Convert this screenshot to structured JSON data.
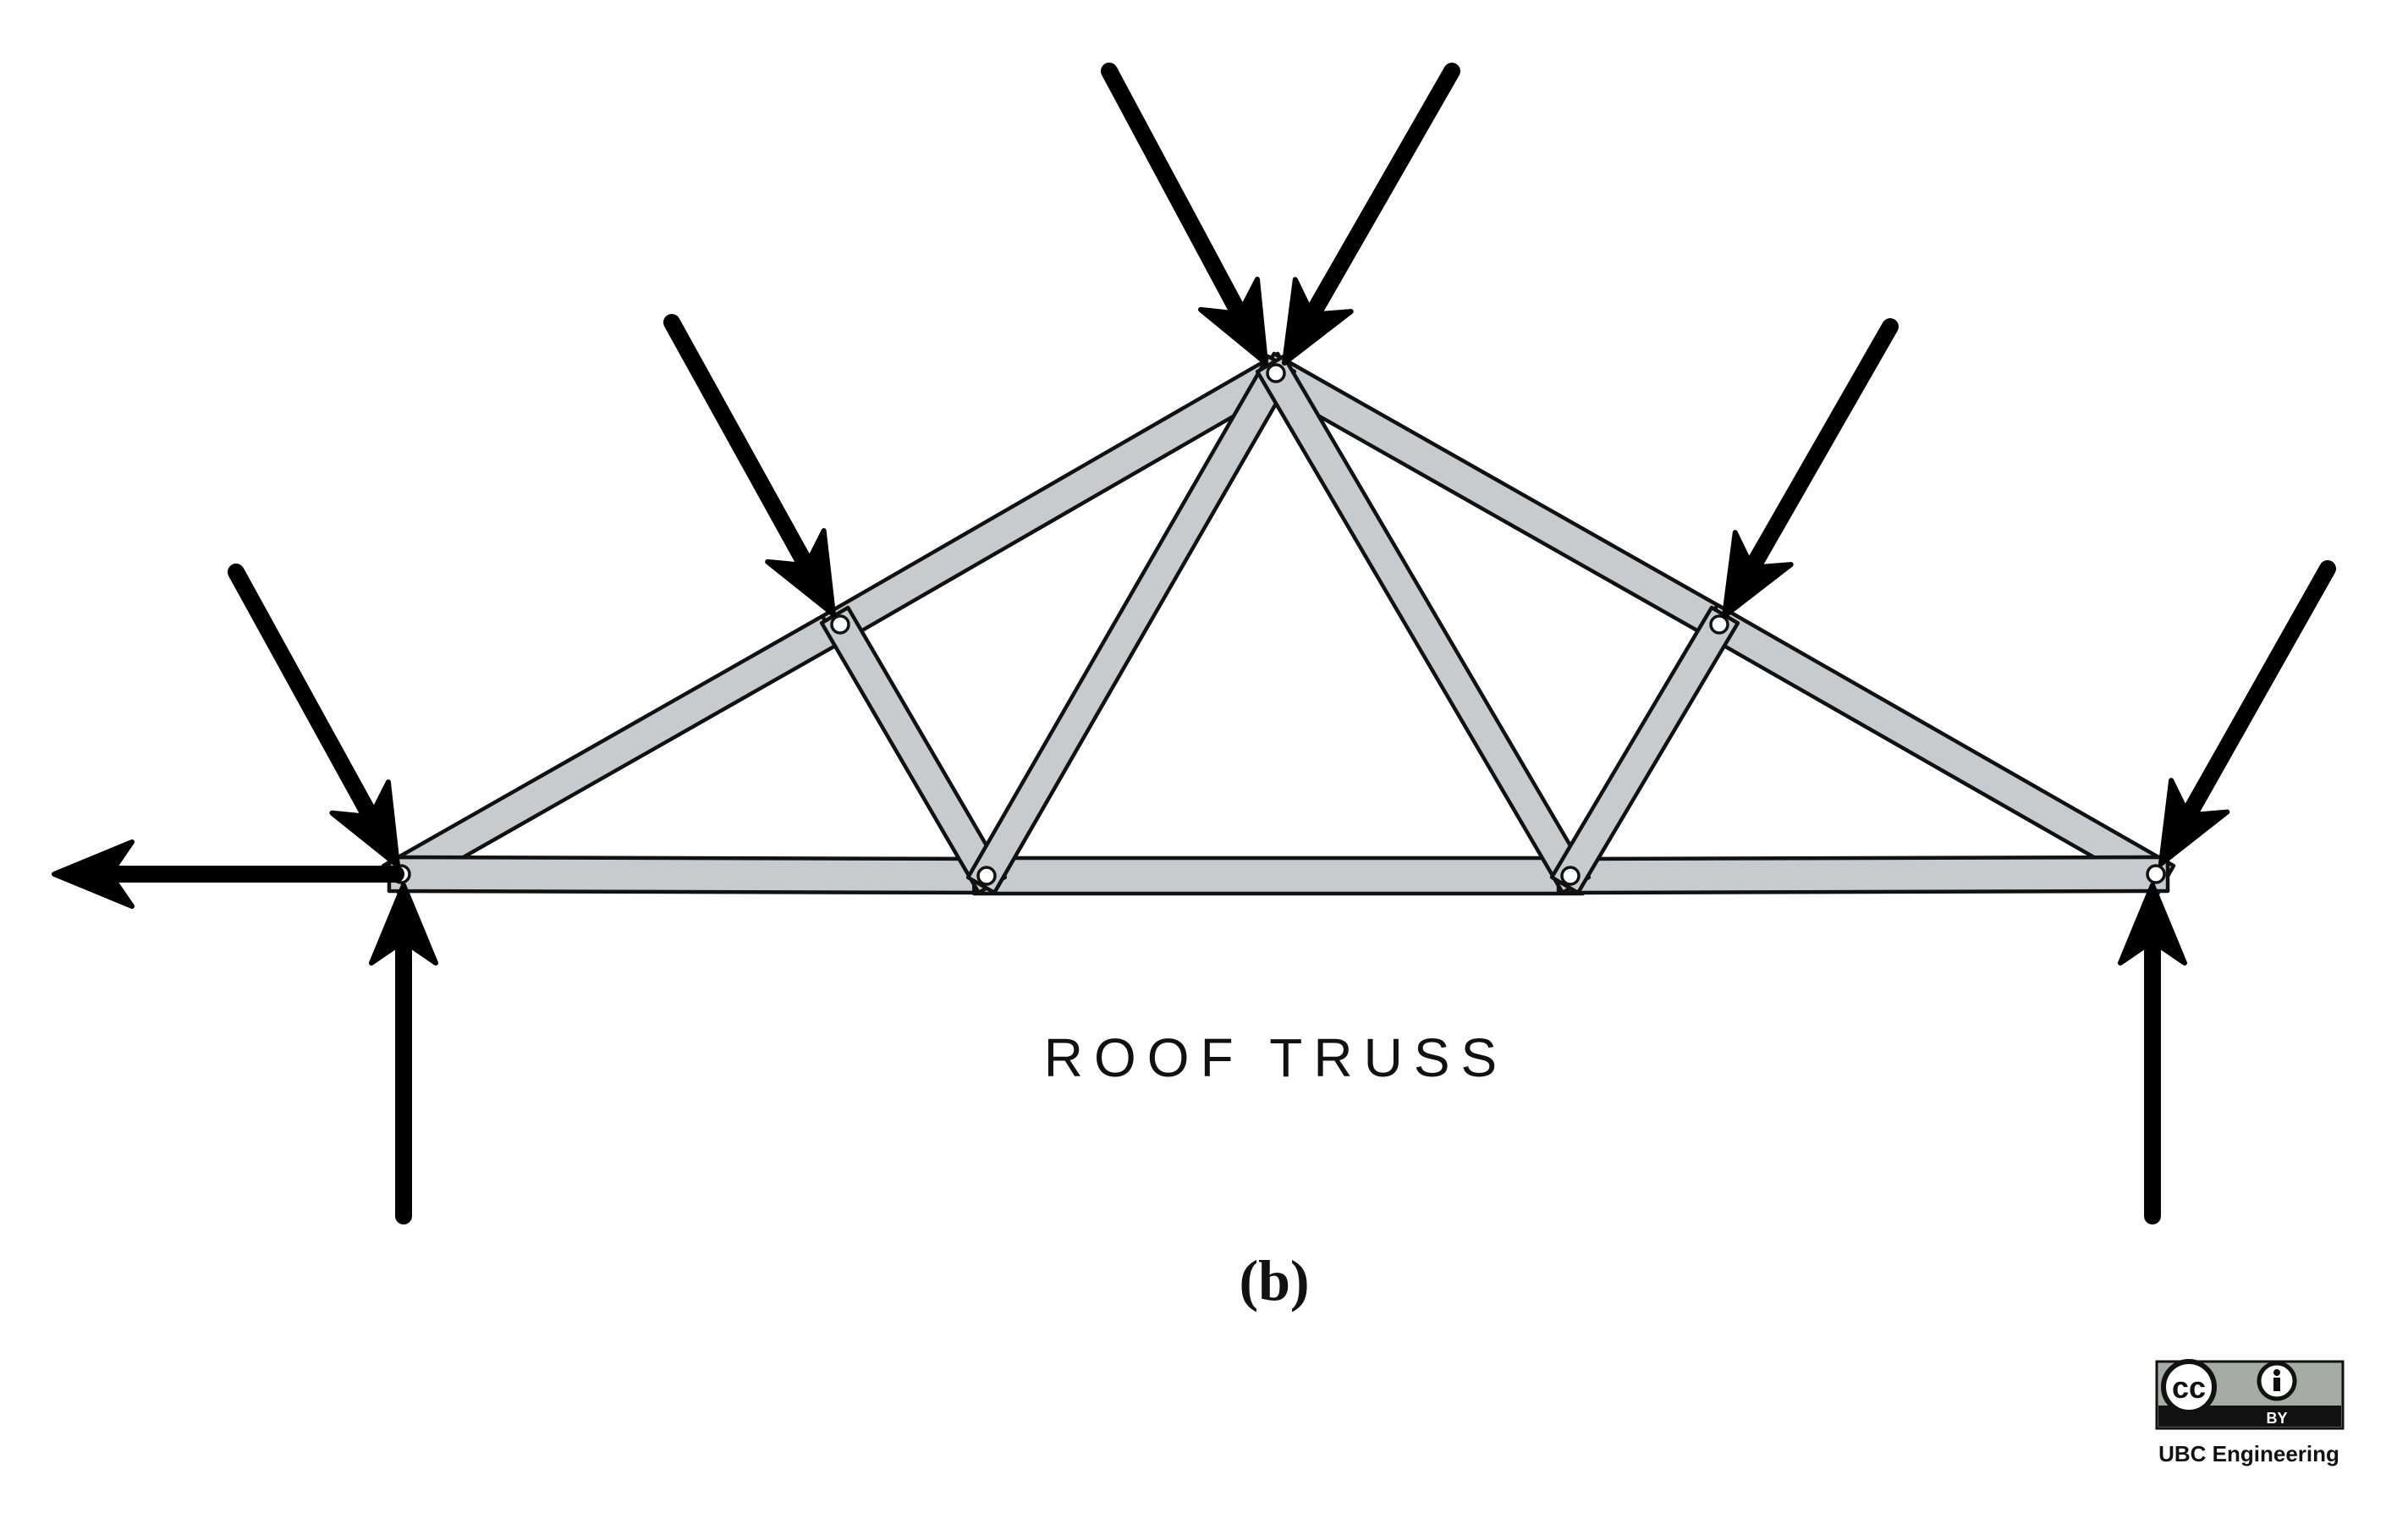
{
  "diagram": {
    "title": "ROOF TRUSS",
    "figure_label": "(b)",
    "member_color": "#c8cacb",
    "outline_color": "#111111",
    "force_color": "#000000"
  },
  "license": {
    "cc_symbol": "cc",
    "by_label": "BY",
    "attribution": "UBC Engineering",
    "icons": [
      "cc-icon",
      "attribution-person-icon"
    ]
  }
}
